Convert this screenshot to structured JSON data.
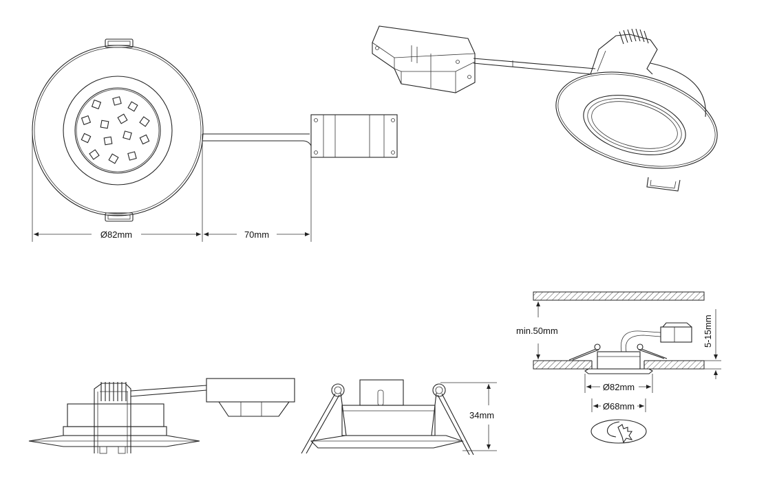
{
  "dimensions": {
    "top_view_diameter": "Ø82mm",
    "cable_length": "70mm",
    "height": "34mm",
    "ceiling_min_gap": "min.50mm",
    "ceiling_thickness": "5-15mm",
    "installed_diameter": "Ø82mm",
    "cutout_diameter": "Ø68mm"
  }
}
